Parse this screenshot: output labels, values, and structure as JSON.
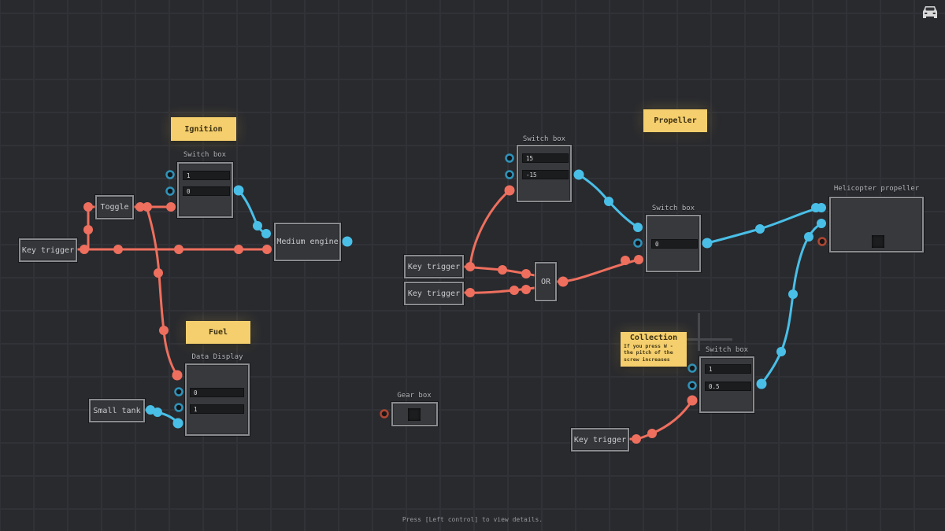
{
  "hud": {
    "hint": "Press [Left control] to view details.",
    "car_icon": "vehicle-icon"
  },
  "colors": {
    "wire_red": "#ee6f5e",
    "wire_blue": "#49bfe7",
    "note_yellow": "#f5cf6d"
  },
  "notes": {
    "ignition": {
      "title": "Ignition"
    },
    "fuel": {
      "title": "Fuel"
    },
    "propeller": {
      "title": "Propeller"
    },
    "collection": {
      "title": "Collection",
      "body": "If you press W - the pitch of the screw increases"
    }
  },
  "nodes": {
    "toggle": {
      "label": "Toggle"
    },
    "key_trigger_left": {
      "label": "Key trigger"
    },
    "medium_engine": {
      "label": "Medium engine"
    },
    "key_trigger_1": {
      "label": "Key trigger"
    },
    "key_trigger_2": {
      "label": "Key trigger"
    },
    "or_gate": {
      "label": "OR"
    },
    "small_tank": {
      "label": "Small tank"
    },
    "key_trigger_3": {
      "label": "Key trigger"
    },
    "gear_box": {
      "title": "Gear box"
    },
    "helicopter_propeller": {
      "title": "Helicopter propeller"
    }
  },
  "switch_boxes": {
    "ignition_switch": {
      "title": "Switch box",
      "values": [
        "1",
        "0"
      ]
    },
    "propeller_switch": {
      "title": "Switch box",
      "values": [
        "15",
        "-15"
      ]
    },
    "collective_switch": {
      "title": "Switch box",
      "values": [
        "0"
      ]
    },
    "pitch_switch": {
      "title": "Switch box",
      "values": [
        "1",
        "0.5"
      ]
    }
  },
  "data_display": {
    "title": "Data Display",
    "values": [
      "0",
      "1"
    ]
  }
}
